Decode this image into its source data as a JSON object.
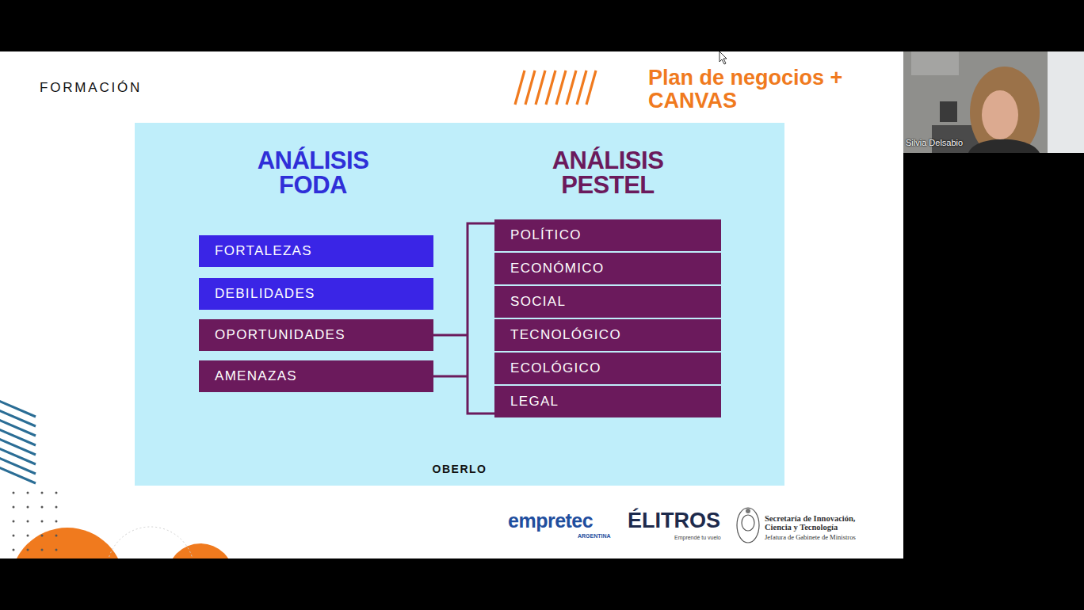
{
  "diagram": {
    "title": "Plan de negocios + CANVAS",
    "nodes": [
      {
        "text": [
          "OBERLO"
        ]
      },
      {
        "text": [
          "ANÁLISIS FODA"
        ],
        "in": 0
      },
      {
        "text": [
          "FORTALEZAS"
        ],
        "in": 1
      },
      {
        "text": [
          "DEBILIDADES"
        ],
        "in": 1
      },
      {
        "text": [
          "OPORTUNIDADES"
        ],
        "in": 1
      },
      {
        "text": [
          "AMENAZAS"
        ],
        "in": 1
      },
      {
        "text": [
          "ANÁLISIS PESTEL"
        ],
        "in": 0
      },
      {
        "text": [
          "POLÍTICO"
        ],
        "in": 6
      },
      {
        "text": [
          "ECONÓMICO"
        ],
        "in": 6
      },
      {
        "text": [
          "SOCIAL"
        ],
        "in": 6
      },
      {
        "text": [
          "TECNOLÓGICO"
        ],
        "in": 6
      },
      {
        "text": [
          "ECOLÓGICO"
        ],
        "in": 6
      },
      {
        "text": [
          "LEGAL"
        ],
        "in": 6
      }
    ],
    "edges": [
      {
        "from": 4,
        "to": 6,
        "arrow": "none"
      },
      {
        "from": 5,
        "to": 6,
        "arrow": "none"
      }
    ],
    "labels": [
      "FORMACIÓN",
      "empretec",
      "ARGENTINA",
      "ÉLITROS",
      "Emprendé tu vuelo",
      "Secretaría de Innovación, Ciencia y Tecnología",
      "Jefatura de Gabinete de Ministros",
      "Silvia Delsabio"
    ]
  }
}
